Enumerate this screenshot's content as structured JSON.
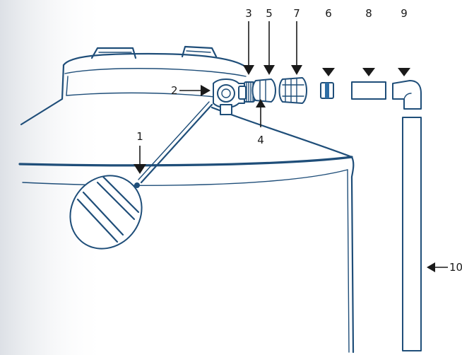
{
  "diagram": {
    "callouts": [
      {
        "id": "1",
        "text": "1"
      },
      {
        "id": "2",
        "text": "2"
      },
      {
        "id": "3",
        "text": "3"
      },
      {
        "id": "4",
        "text": "4"
      },
      {
        "id": "5",
        "text": "5"
      },
      {
        "id": "6",
        "text": "6"
      },
      {
        "id": "7",
        "text": "7"
      },
      {
        "id": "8",
        "text": "8"
      },
      {
        "id": "9",
        "text": "9"
      },
      {
        "id": "10",
        "text": "10"
      }
    ]
  },
  "colors": {
    "line": "#1f4e79",
    "accent": "#2e6da4",
    "label": "#1a1a1a",
    "background": "#ffffff"
  }
}
